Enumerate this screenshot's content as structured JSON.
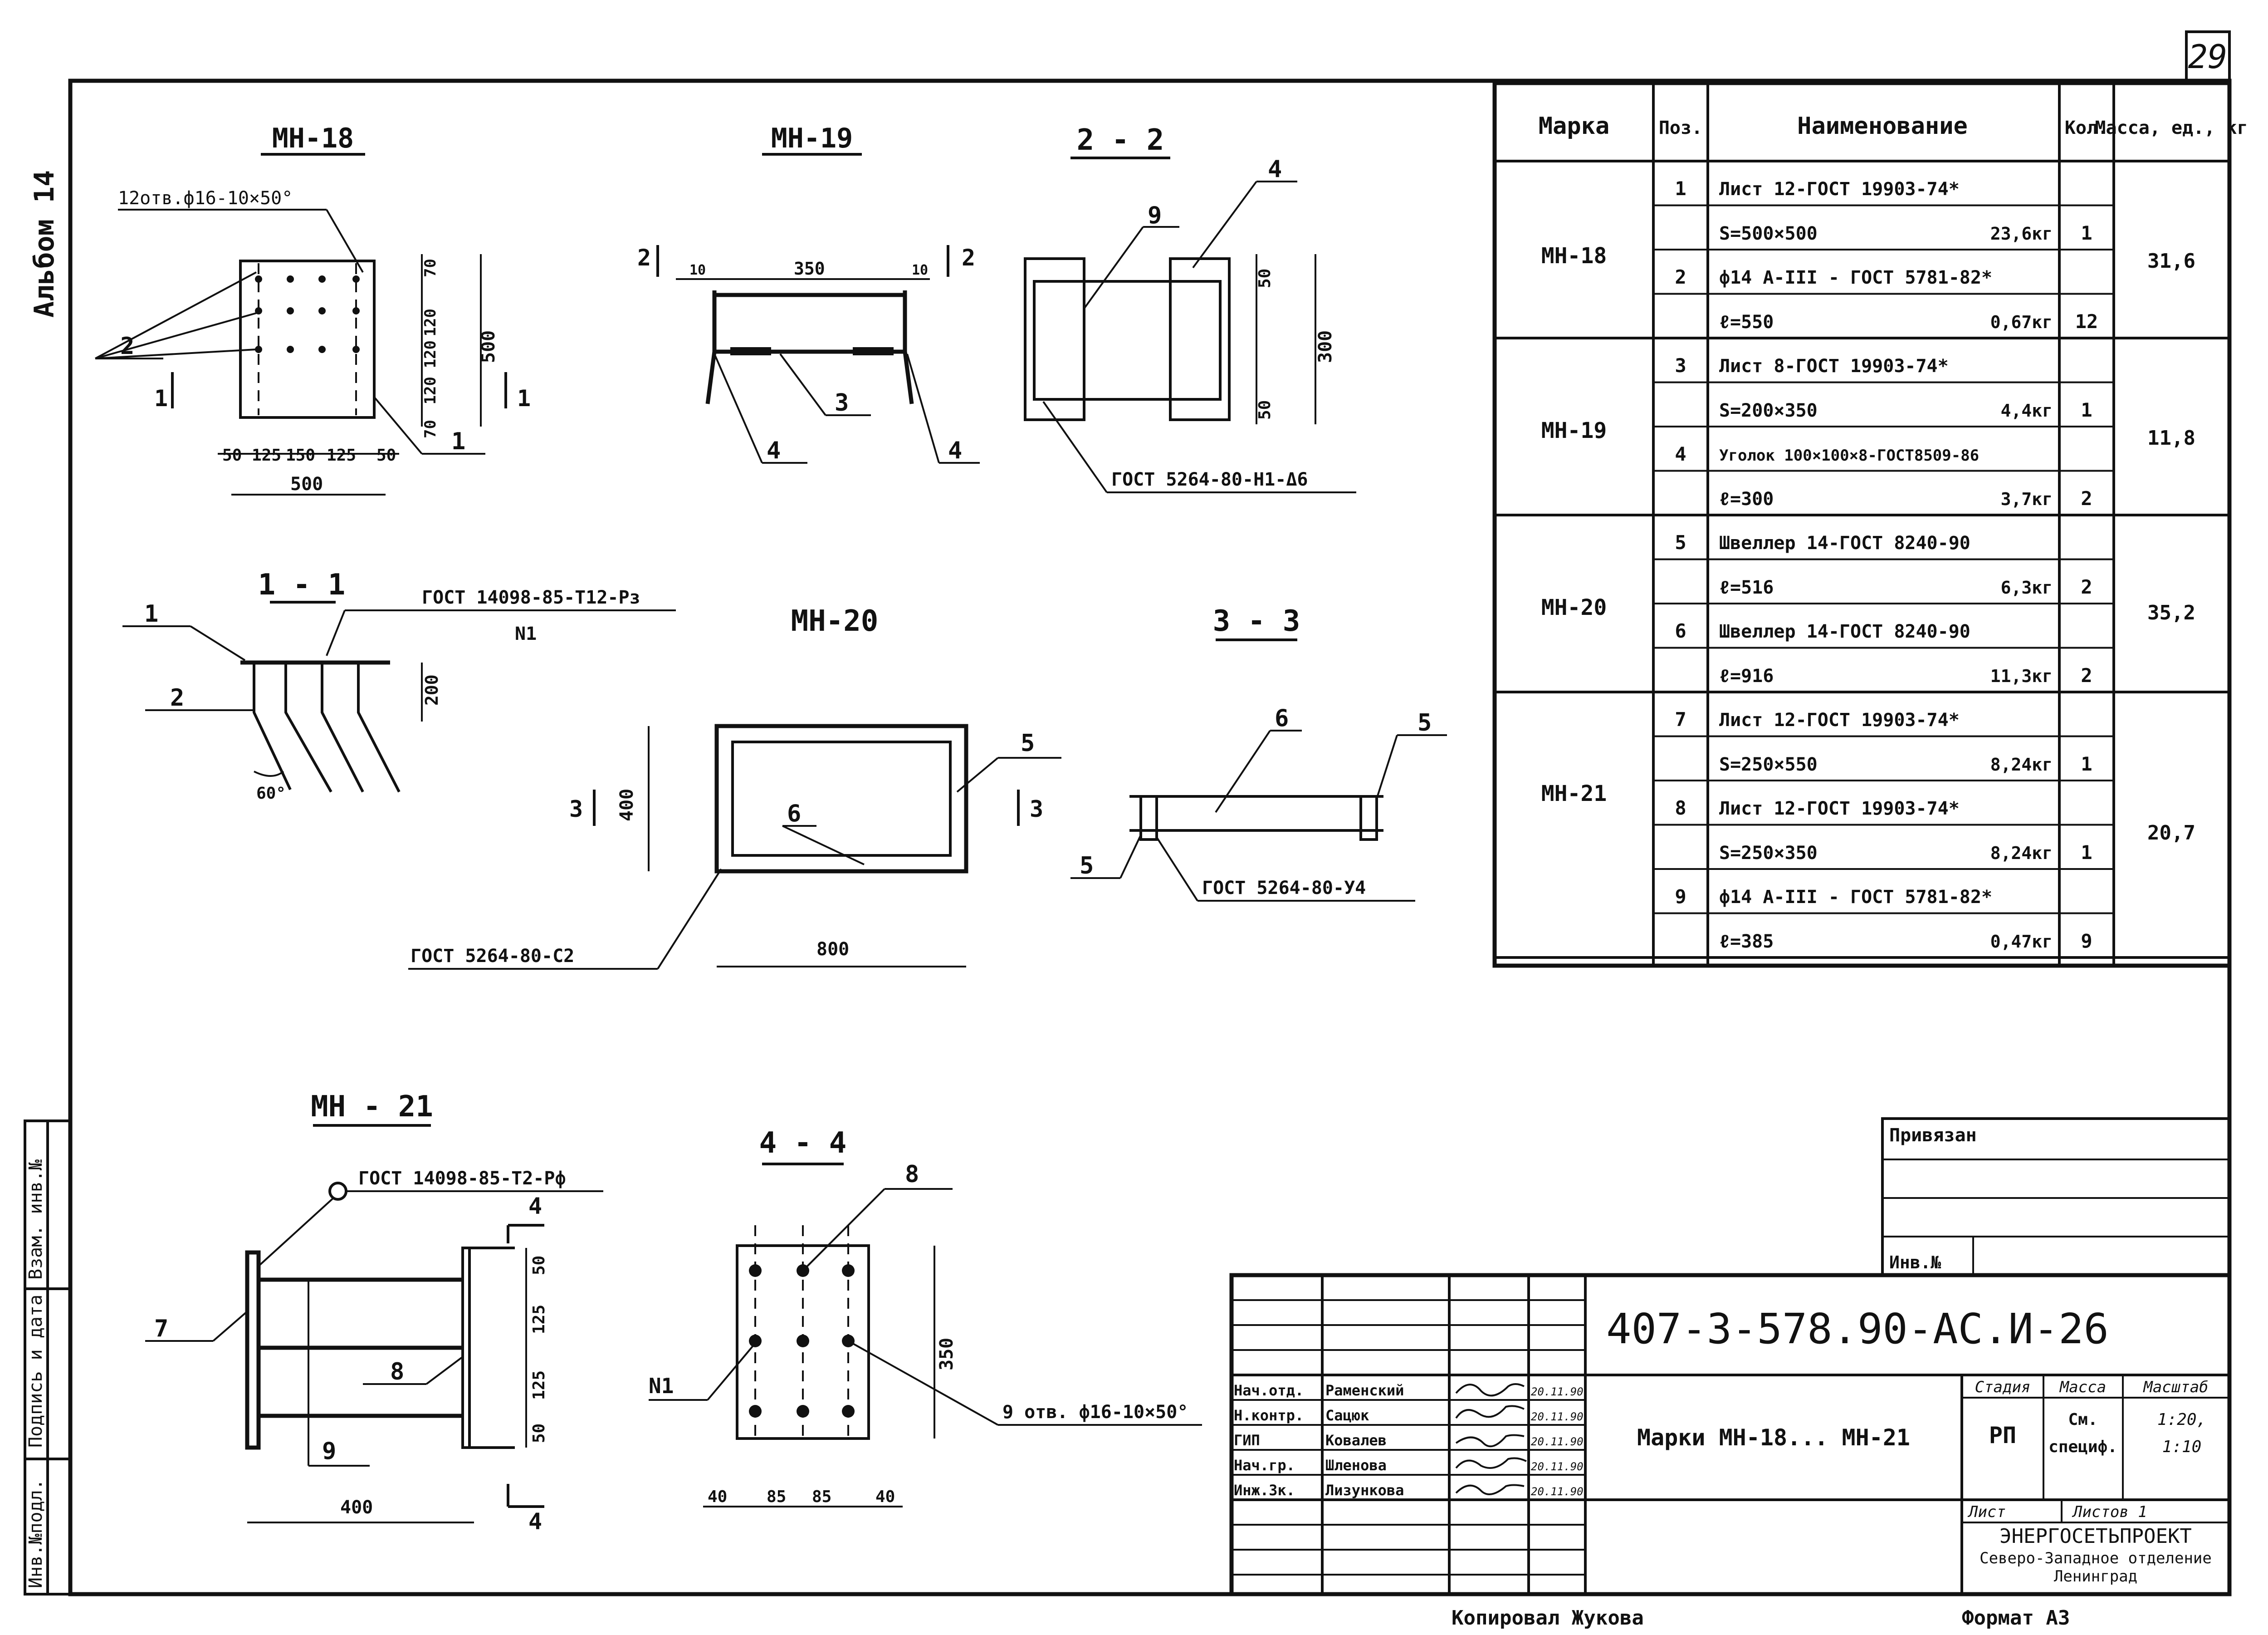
{
  "sheet": {
    "page_number": "29",
    "album_label": "Альбом 14",
    "copied_by": "Копировал Жукова",
    "format_label": "Формат А3"
  },
  "left_strip": {
    "inv_podl": "Инв.№подл.",
    "podpis": "Подпись и дата",
    "vzam": "Взам. инв.№"
  },
  "views": {
    "mn18": {
      "title": "МН-18",
      "holes_note": "12отв.ф16-10×50°",
      "pos_2": "2",
      "pos_1": "1",
      "section_mark": "1",
      "dims_bottom": [
        "50",
        "125",
        "150",
        "125",
        "50"
      ],
      "dim_total_w": "500",
      "dims_right": [
        "70",
        "120",
        "120",
        "120",
        "70"
      ],
      "dim_total_h": "500"
    },
    "mn19": {
      "title": "МН-19",
      "dim_350": "350",
      "dim_10a": "10",
      "dim_10b": "10",
      "section_mark": "2",
      "pos_3": "3",
      "pos_4a": "4",
      "pos_4b": "4"
    },
    "s22": {
      "title": "2 - 2",
      "pos_9": "9",
      "pos_4": "4",
      "dim_50a": "50",
      "dim_300": "300",
      "dim_50b": "50",
      "weld_note": "ГОСТ 5264-80-Н1-Δ6"
    },
    "s11": {
      "title": "1 - 1",
      "weld_note": "ГОСТ 14098-85-Т12-Рз",
      "weld_sub": "N1",
      "pos_1": "1",
      "pos_2": "2",
      "dim_200": "200",
      "angle": "60°"
    },
    "mn20": {
      "title": "МН-20",
      "pos_5": "5",
      "pos_6": "6",
      "dim_400": "400",
      "dim_800": "800",
      "section_mark": "3",
      "weld_note": "ГОСТ 5264-80-С2"
    },
    "s33": {
      "title": "3 - 3",
      "pos_6": "6",
      "pos_5a": "5",
      "pos_5b": "5",
      "weld_note": "ГОСТ 5264-80-У4"
    },
    "mn21": {
      "title": "МН - 21",
      "weld_note": "ГОСТ 14098-85-Т2-Рф",
      "pos_7": "7",
      "pos_8": "8",
      "pos_9": "9",
      "section_mark": "4",
      "dims_right": [
        "50",
        "125",
        "125",
        "50"
      ],
      "dim_400": "400"
    },
    "s44": {
      "title": "4 - 4",
      "pos_8": "8",
      "n1": "N1",
      "holes_note": "9 отв. ф16-10×50°",
      "dim_350": "350",
      "dims_bottom": [
        "40",
        "85",
        "85",
        "40"
      ]
    }
  },
  "spec_table": {
    "headers": [
      "Марка",
      "Поз.",
      "Наименование",
      "Кол.",
      "Масса, ед., кг"
    ],
    "groups": [
      {
        "mark": "МН-18",
        "mass": "31,6",
        "rows": [
          {
            "pos": "1",
            "name": "Лист 12-ГОСТ 19903-74*",
            "kg": "",
            "qty": ""
          },
          {
            "pos": "",
            "name": "S=500×500",
            "kg": "23,6кг",
            "qty": "1"
          },
          {
            "pos": "2",
            "name": "ф14 А-III - ГОСТ 5781-82*",
            "kg": "",
            "qty": ""
          },
          {
            "pos": "",
            "name": "ℓ=550",
            "kg": "0,67кг",
            "qty": "12"
          }
        ]
      },
      {
        "mark": "МН-19",
        "mass": "11,8",
        "rows": [
          {
            "pos": "3",
            "name": "Лист 8-ГОСТ 19903-74*",
            "kg": "",
            "qty": ""
          },
          {
            "pos": "",
            "name": "S=200×350",
            "kg": "4,4кг",
            "qty": "1"
          },
          {
            "pos": "4",
            "name": "Уголок 100×100×8-ГОСТ8509-86",
            "kg": "",
            "qty": ""
          },
          {
            "pos": "",
            "name": "ℓ=300",
            "kg": "3,7кг",
            "qty": "2"
          }
        ]
      },
      {
        "mark": "МН-20",
        "mass": "35,2",
        "rows": [
          {
            "pos": "5",
            "name": "Швеллер 14-ГОСТ 8240-90",
            "kg": "",
            "qty": ""
          },
          {
            "pos": "",
            "name": "ℓ=516",
            "kg": "6,3кг",
            "qty": "2"
          },
          {
            "pos": "6",
            "name": "Швеллер 14-ГОСТ 8240-90",
            "kg": "",
            "qty": ""
          },
          {
            "pos": "",
            "name": "ℓ=916",
            "kg": "11,3кг",
            "qty": "2"
          }
        ]
      },
      {
        "mark": "МН-21",
        "mass": "20,7",
        "rows": [
          {
            "pos": "7",
            "name": "Лист 12-ГОСТ 19903-74*",
            "kg": "",
            "qty": ""
          },
          {
            "pos": "",
            "name": "S=250×550",
            "kg": "8,24кг",
            "qty": "1"
          },
          {
            "pos": "8",
            "name": "Лист 12-ГОСТ 19903-74*",
            "kg": "",
            "qty": ""
          },
          {
            "pos": "",
            "name": "S=250×350",
            "kg": "8,24кг",
            "qty": "1"
          },
          {
            "pos": "9",
            "name": "ф14 А-III - ГОСТ 5781-82*",
            "kg": "",
            "qty": ""
          },
          {
            "pos": "",
            "name": "ℓ=385",
            "kg": "0,47кг",
            "qty": "9"
          }
        ]
      }
    ]
  },
  "privyazan": {
    "label": "Привязан",
    "inv_label": "Инв.№"
  },
  "title_block": {
    "doc_code": "407-3-578.90-АС.И-26",
    "sheet_title": "Марки МН-18... МН-21",
    "stadia_label": "Стадия",
    "massa_label": "Масса",
    "masshtab_label": "Масштаб",
    "stadia": "РП",
    "massa_1": "См.",
    "massa_2": "специф.",
    "scale_1": "1:20,",
    "scale_2": "1:10",
    "list_label": "Лист",
    "listov_label": "Листов 1",
    "org_1": "ЭНЕРГОСЕТЬПРОЕКТ",
    "org_2": "Северо-Западное отделение",
    "org_3": "Ленинград",
    "people": [
      {
        "role": "Нач.отд.",
        "name": "Раменский",
        "date": "20.11.90"
      },
      {
        "role": "Н.контр.",
        "name": "Сацюк",
        "date": "20.11.90"
      },
      {
        "role": "ГИП",
        "name": "Ковалев",
        "date": "20.11.90"
      },
      {
        "role": "Нач.гр.",
        "name": "Шленова",
        "date": "20.11.90"
      },
      {
        "role": "Инж.3к.",
        "name": "Лизункова",
        "date": "20.11.90"
      }
    ]
  }
}
